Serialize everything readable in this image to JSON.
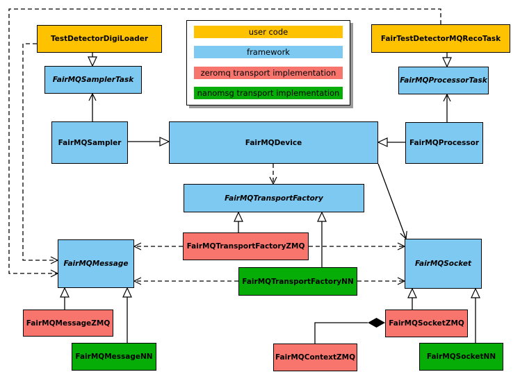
{
  "diagram": {
    "kind": "uml-class-diagram",
    "subject": "FairMQ framework class hierarchy"
  },
  "colors": {
    "user_code": "#FFC200",
    "framework": "#7DC9F1",
    "zeromq": "#F8756E",
    "nanomsg": "#07AD07",
    "line": "#000000",
    "background": "#FFFFFF",
    "legend_shadow": "#9A9A9A"
  },
  "legend": {
    "items": [
      {
        "label": "user code",
        "color": "#FFC200"
      },
      {
        "label": "framework",
        "color": "#7DC9F1"
      },
      {
        "label": "zeromq transport implementation",
        "color": "#F8756E"
      },
      {
        "label": "nanomsg transport implementation",
        "color": "#07AD07"
      }
    ]
  },
  "nodes": {
    "digi_loader": {
      "label": "TestDetectorDigiLoader",
      "category": "user code",
      "abstract": false
    },
    "reco_task": {
      "label": "FairTestDetectorMQRecoTask",
      "category": "user code",
      "abstract": false
    },
    "sampler_task": {
      "label": "FairMQSamplerTask",
      "category": "framework",
      "abstract": true
    },
    "processor_task": {
      "label": "FairMQProcessorTask",
      "category": "framework",
      "abstract": true
    },
    "sampler": {
      "label": "FairMQSampler",
      "category": "framework",
      "abstract": false
    },
    "device": {
      "label": "FairMQDevice",
      "category": "framework",
      "abstract": false
    },
    "processor": {
      "label": "FairMQProcessor",
      "category": "framework",
      "abstract": false
    },
    "transport_factory": {
      "label": "FairMQTransportFactory",
      "category": "framework",
      "abstract": true
    },
    "transport_factory_zmq": {
      "label": "FairMQTransportFactoryZMQ",
      "category": "zeromq",
      "abstract": false
    },
    "transport_factory_nn": {
      "label": "FairMQTransportFactoryNN",
      "category": "nanomsg",
      "abstract": false
    },
    "message": {
      "label": "FairMQMessage",
      "category": "framework",
      "abstract": true
    },
    "socket": {
      "label": "FairMQSocket",
      "category": "framework",
      "abstract": true
    },
    "message_zmq": {
      "label": "FairMQMessageZMQ",
      "category": "zeromq",
      "abstract": false
    },
    "message_nn": {
      "label": "FairMQMessageNN",
      "category": "nanomsg",
      "abstract": false
    },
    "context_zmq": {
      "label": "FairMQContextZMQ",
      "category": "zeromq",
      "abstract": false
    },
    "socket_zmq": {
      "label": "FairMQSocketZMQ",
      "category": "zeromq",
      "abstract": false
    },
    "socket_nn": {
      "label": "FairMQSocketNN",
      "category": "nanomsg",
      "abstract": false
    }
  },
  "relationships": [
    {
      "from": "TestDetectorDigiLoader",
      "to": "FairMQSamplerTask",
      "type": "inheritance",
      "line": "solid"
    },
    {
      "from": "FairTestDetectorMQRecoTask",
      "to": "FairMQProcessorTask",
      "type": "inheritance",
      "line": "solid"
    },
    {
      "from": "FairMQSampler",
      "to": "FairMQSamplerTask",
      "type": "association",
      "line": "solid"
    },
    {
      "from": "FairMQProcessor",
      "to": "FairMQProcessorTask",
      "type": "association",
      "line": "solid"
    },
    {
      "from": "FairMQSampler",
      "to": "FairMQDevice",
      "type": "inheritance",
      "line": "solid"
    },
    {
      "from": "FairMQProcessor",
      "to": "FairMQDevice",
      "type": "inheritance",
      "line": "solid"
    },
    {
      "from": "FairMQDevice",
      "to": "FairMQTransportFactory",
      "type": "dependency",
      "line": "dashed"
    },
    {
      "from": "FairMQDevice",
      "to": "FairMQSocket",
      "type": "association",
      "line": "solid"
    },
    {
      "from": "FairMQTransportFactoryZMQ",
      "to": "FairMQTransportFactory",
      "type": "inheritance",
      "line": "solid"
    },
    {
      "from": "FairMQTransportFactoryNN",
      "to": "FairMQTransportFactory",
      "type": "inheritance",
      "line": "solid"
    },
    {
      "from": "FairMQTransportFactoryZMQ",
      "to": "FairMQMessage",
      "type": "dependency",
      "line": "dashed"
    },
    {
      "from": "FairMQTransportFactoryZMQ",
      "to": "FairMQSocket",
      "type": "dependency",
      "line": "dashed"
    },
    {
      "from": "FairMQTransportFactoryNN",
      "to": "FairMQMessage",
      "type": "dependency",
      "line": "dashed"
    },
    {
      "from": "FairMQTransportFactoryNN",
      "to": "FairMQSocket",
      "type": "dependency",
      "line": "dashed"
    },
    {
      "from": "TestDetectorDigiLoader",
      "to": "FairMQMessage",
      "type": "dependency",
      "line": "dashed"
    },
    {
      "from": "FairTestDetectorMQRecoTask",
      "to": "FairMQMessage",
      "type": "dependency",
      "line": "dashed"
    },
    {
      "from": "FairMQMessageZMQ",
      "to": "FairMQMessage",
      "type": "inheritance",
      "line": "solid"
    },
    {
      "from": "FairMQMessageNN",
      "to": "FairMQMessage",
      "type": "inheritance",
      "line": "solid"
    },
    {
      "from": "FairMQSocketZMQ",
      "to": "FairMQSocket",
      "type": "inheritance",
      "line": "solid"
    },
    {
      "from": "FairMQSocketNN",
      "to": "FairMQSocket",
      "type": "inheritance",
      "line": "solid"
    },
    {
      "from": "FairMQSocketZMQ",
      "to": "FairMQContextZMQ",
      "type": "composition",
      "line": "solid"
    }
  ]
}
